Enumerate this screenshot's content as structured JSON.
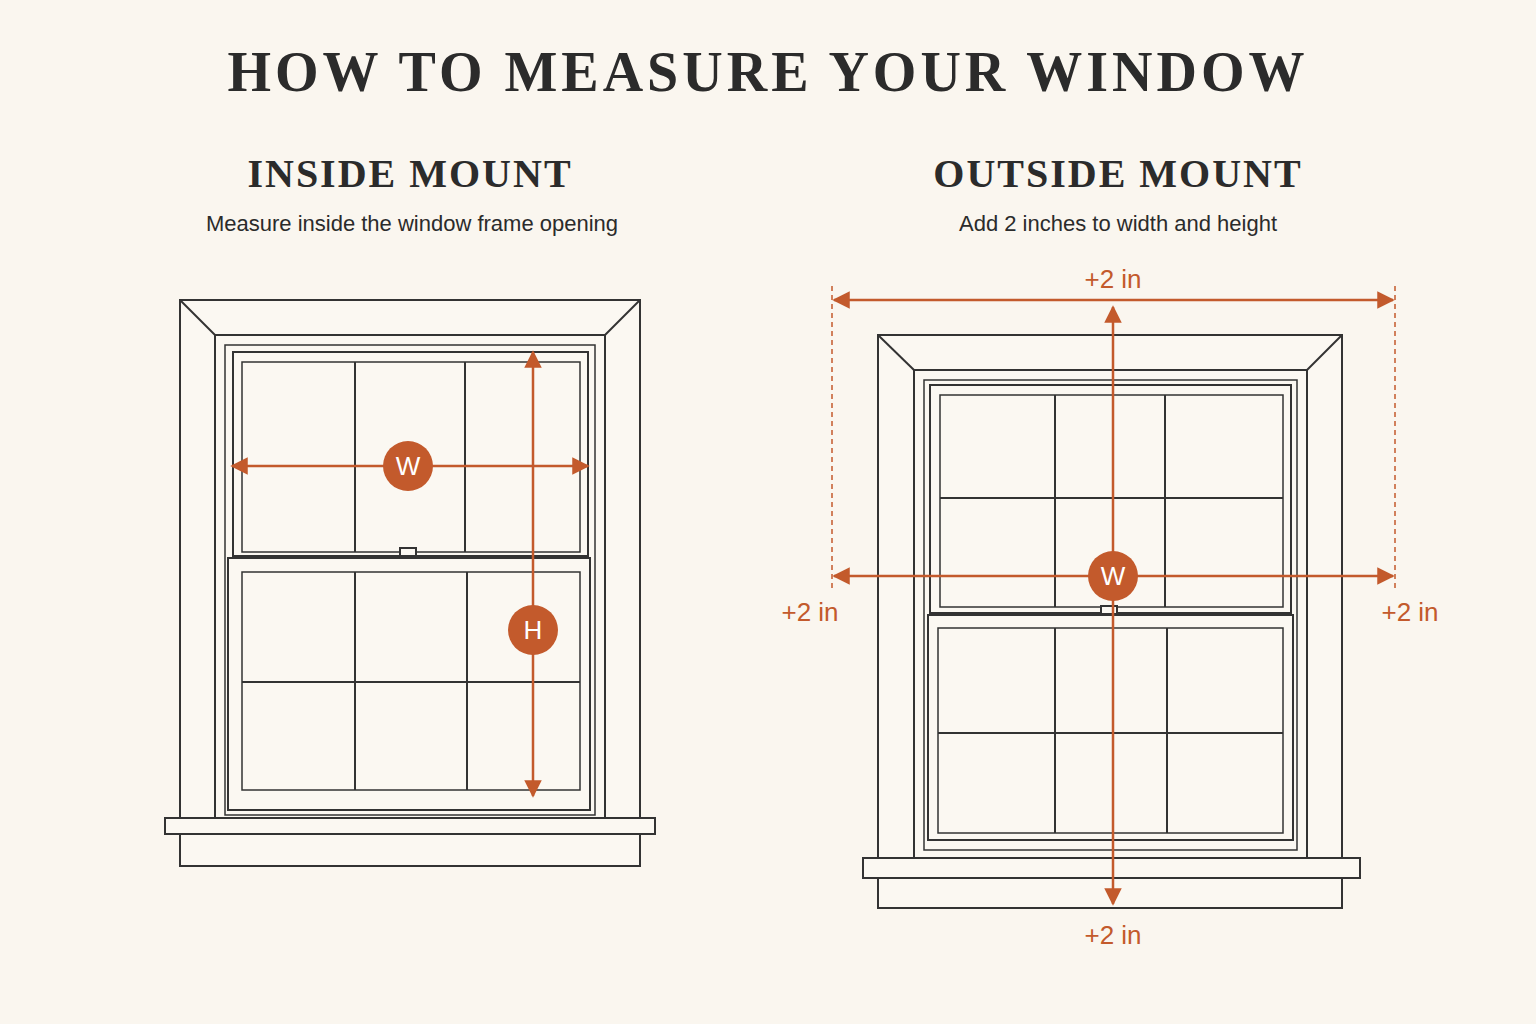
{
  "diagram": {
    "title": "HOW TO MEASURE YOUR WINDOW",
    "nodes": [
      {
        "text": [
          "W"
        ]
      },
      {
        "text": [
          "H"
        ]
      },
      {
        "text": [
          "W"
        ]
      }
    ],
    "labels": [
      "INSIDE MOUNT",
      "Measure inside the window frame opening",
      "OUTSIDE MOUNT",
      "Add 2 inches to width and height",
      "+2 in",
      "+2 in",
      "+2 in",
      "+2 in"
    ]
  }
}
